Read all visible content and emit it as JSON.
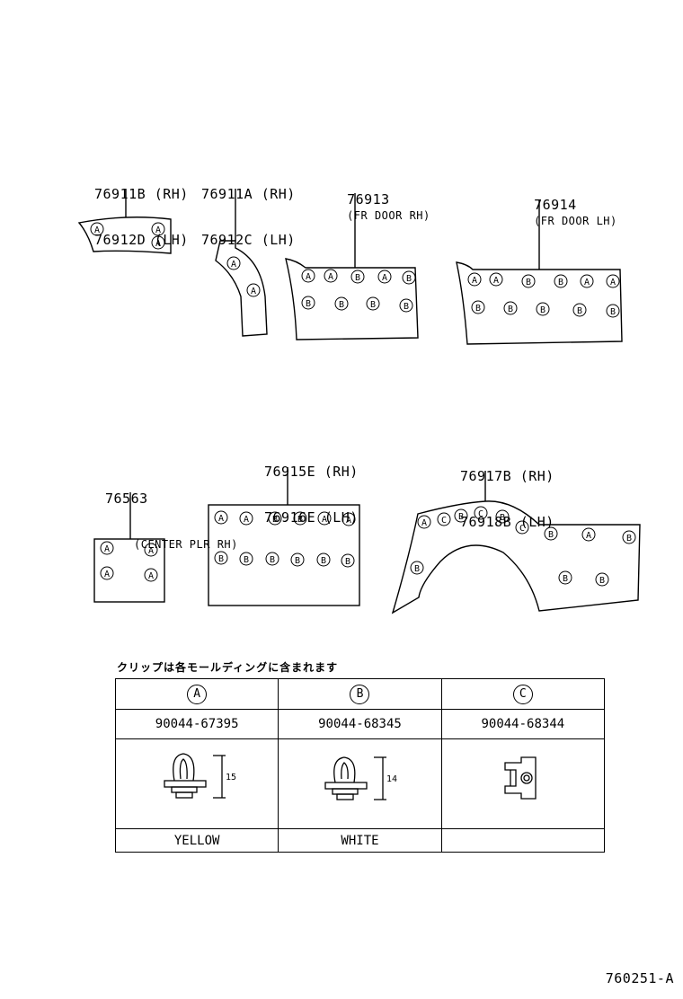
{
  "parts": [
    {
      "id": "p1",
      "lines": [
        "76911B (RH)",
        "76912D (LH)"
      ]
    },
    {
      "id": "p2",
      "lines": [
        "76911A (RH)",
        "76912C (LH)"
      ]
    },
    {
      "id": "p3",
      "number": "76913",
      "desc": "(FR DOOR RH)"
    },
    {
      "id": "p4",
      "number": "76914",
      "desc": "(FR DOOR LH)"
    },
    {
      "id": "p5",
      "number": "76563",
      "desc": "(CENTER PLR RH)"
    },
    {
      "id": "p6",
      "lines": [
        "76915E (RH)",
        "76916E (LH)"
      ]
    },
    {
      "id": "p7",
      "lines": [
        "76917B (RH)",
        "76918B (LH)"
      ]
    }
  ],
  "note": "クリップは各モールディングに含まれます",
  "clips": {
    "headers": [
      "A",
      "B",
      "C"
    ],
    "part_numbers": [
      "90044-67395",
      "90044-68345",
      "90044-68344"
    ],
    "dimensions": [
      "15",
      "14",
      ""
    ],
    "colors": [
      "YELLOW",
      "WHITE",
      ""
    ]
  },
  "reference": "760251-A"
}
